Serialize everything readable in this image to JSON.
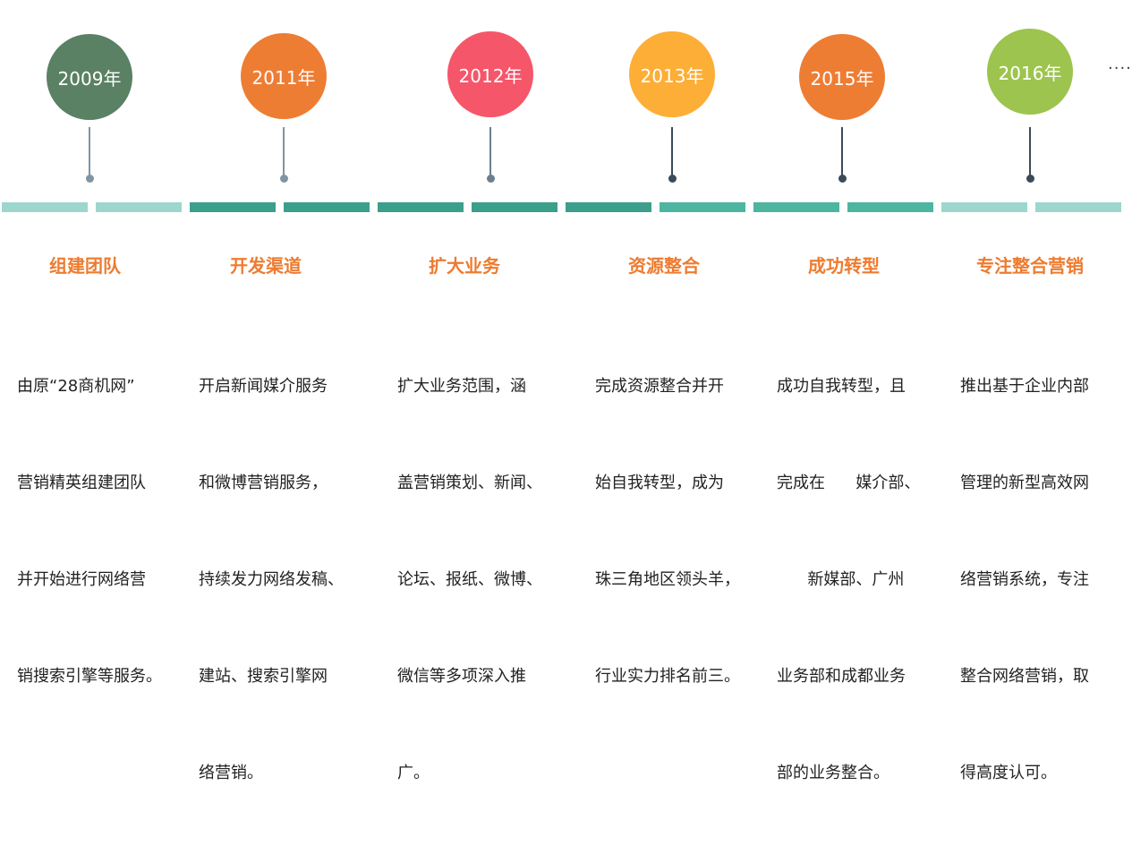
{
  "milestones": [
    {
      "year": "2009年",
      "title": "组建团队",
      "lines": [
        "由原“28商机网”",
        "营销精英组建团队",
        "并开始进行网络营",
        "销搜索引擎等服务。"
      ]
    },
    {
      "year": "2011年",
      "title": "开发渠道",
      "lines": [
        "开启新闻媒介服务",
        "和微博营销服务，",
        "持续发力网络发稿、",
        "建站、搜索引擎网",
        "络营销。"
      ]
    },
    {
      "year": "2012年",
      "title": "扩大业务",
      "lines": [
        "扩大业务范围，涵",
        "盖营销策划、新闻、",
        "论坛、报纸、微博、",
        "微信等多项深入推",
        "广。"
      ]
    },
    {
      "year": "2013年",
      "title": "资源整合",
      "lines": [
        "完成资源整合并开",
        "始自我转型，成为",
        "珠三角地区领头羊，",
        "行业实力排名前三。"
      ]
    },
    {
      "year": "2015年",
      "title": "成功转型",
      "lines": [
        "成功自我转型，且",
        "完成在      媒介部、",
        "      新媒部、广州",
        "业务部和成都业务",
        "部的业务整合。"
      ]
    },
    {
      "year": "2016年",
      "title": "专注整合营销",
      "lines": [
        "推出基于企业内部",
        "管理的新型高效网",
        "络营销系统，专注",
        "整合网络营销，取",
        "得高度认可。"
      ]
    }
  ],
  "ellipsis": "·····",
  "colors": {
    "circles": [
      "#5a8163",
      "#ee7d34",
      "#f5566a",
      "#fdae37",
      "#ee7d34",
      "#9dc44e"
    ],
    "stems": [
      "#7f95a5",
      "#7f95a5",
      "#6a7f8f",
      "#3b4a5a",
      "#3b4a5a",
      "#3b4a5a"
    ],
    "segments": [
      "#9dd6cc",
      "#9dd6cc",
      "#3c9f8c",
      "#3c9f8c",
      "#3c9f8c",
      "#3c9f8c",
      "#3c9f8c",
      "#4db5a0",
      "#4db5a0",
      "#4db5a0",
      "#9dd6cc",
      "#9dd6cc"
    ],
    "title": "#ee7b2f"
  }
}
